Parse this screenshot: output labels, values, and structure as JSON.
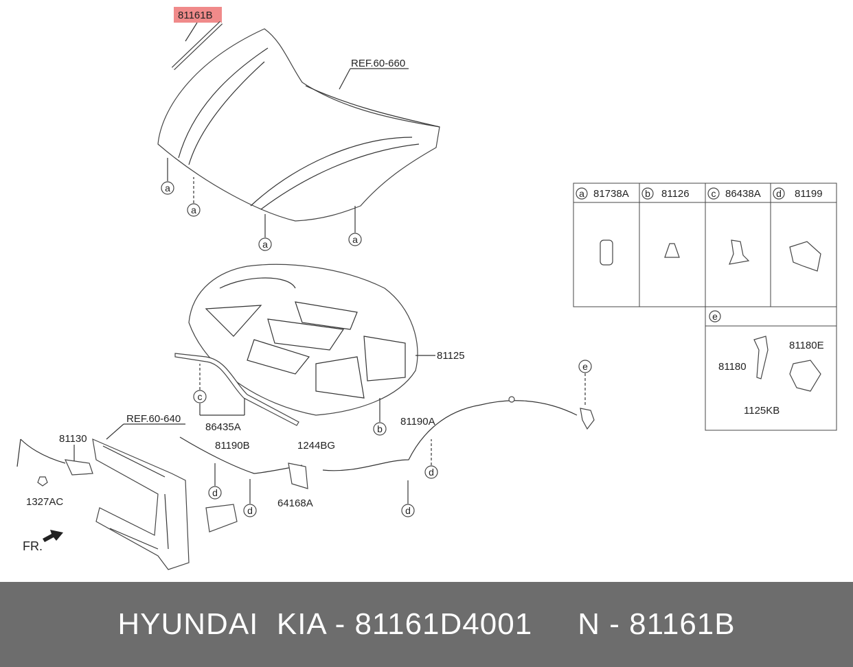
{
  "labels": {
    "highlight": "81161B",
    "ref_hood": "REF.60-660",
    "pad": "81125",
    "seal": "86435A",
    "ref_carrier": "REF.60-640",
    "latch": "81130",
    "bolt": "1327AC",
    "cable_b": "81190B",
    "bolt2": "1244BG",
    "bracket": "64168A",
    "cable_a": "81190A",
    "fr": "FR.",
    "handle": "81180",
    "handle_e": "81180E",
    "screw": "1125KB"
  },
  "callouts": {
    "a": "a",
    "b": "b",
    "c": "c",
    "d": "d",
    "e": "e"
  },
  "table": {
    "columns": [
      {
        "key": "a",
        "part": "81738A"
      },
      {
        "key": "b",
        "part": "81126"
      },
      {
        "key": "c",
        "part": "86438A"
      },
      {
        "key": "d",
        "part": "81199"
      }
    ],
    "e_key": "e"
  },
  "footer": {
    "text": "HYUNDAI  KIA - 81161D4001     N - 81161B"
  },
  "colors": {
    "highlight": "#f08a8a",
    "footer_bg": "#6d6d6d"
  }
}
